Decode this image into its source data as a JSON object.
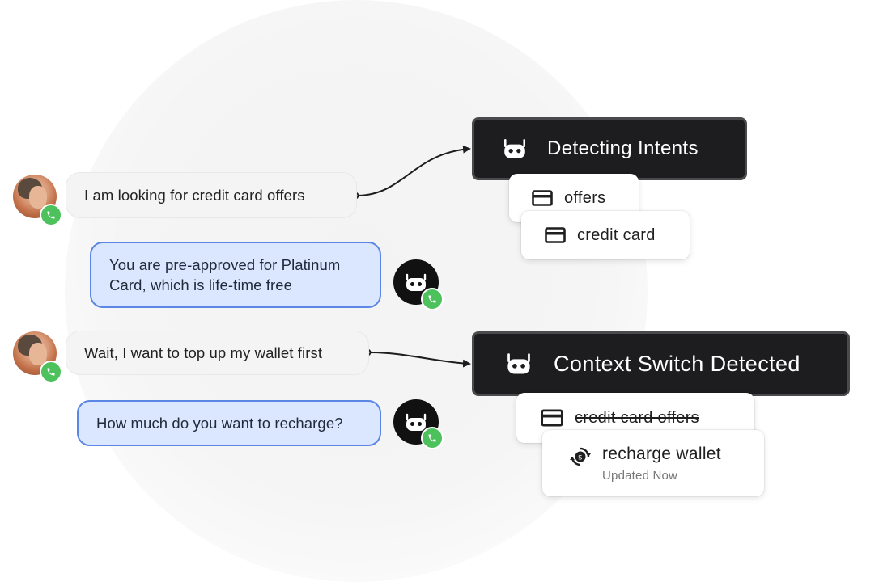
{
  "conversation": {
    "message_1": {
      "text": "I am looking for credit card offers",
      "sender": "user"
    },
    "message_2": {
      "line_1": "You are pre-approved for Platinum",
      "line_2": "Card, which is life-time free",
      "sender": "bot"
    },
    "message_3": {
      "text": "Wait, I want to top up my wallet first",
      "sender": "user"
    },
    "message_4": {
      "text": "How much do you want to recharge?",
      "sender": "bot"
    }
  },
  "intent_panel_1": {
    "title": "Detecting Intents",
    "icon": "robot-icon",
    "chips": [
      {
        "label": "offers",
        "icon": "credit-card-icon"
      },
      {
        "label": "credit card",
        "icon": "credit-card-icon"
      }
    ]
  },
  "intent_panel_2": {
    "title": "Context Switch Detected",
    "icon": "robot-icon",
    "old_intent": {
      "label": "credit card offers",
      "icon": "credit-card-icon",
      "struck_through": true
    },
    "new_intent": {
      "label": "recharge wallet",
      "status": "Updated Now",
      "icon": "wallet-refresh-icon"
    }
  },
  "colors": {
    "bot_bubble_bg": "#dbe7ff",
    "bot_bubble_border": "#5b86e5",
    "user_bubble_bg": "#f4f4f4",
    "intent_box_bg": "#1d1d1f",
    "call_badge": "#4cc15c"
  }
}
